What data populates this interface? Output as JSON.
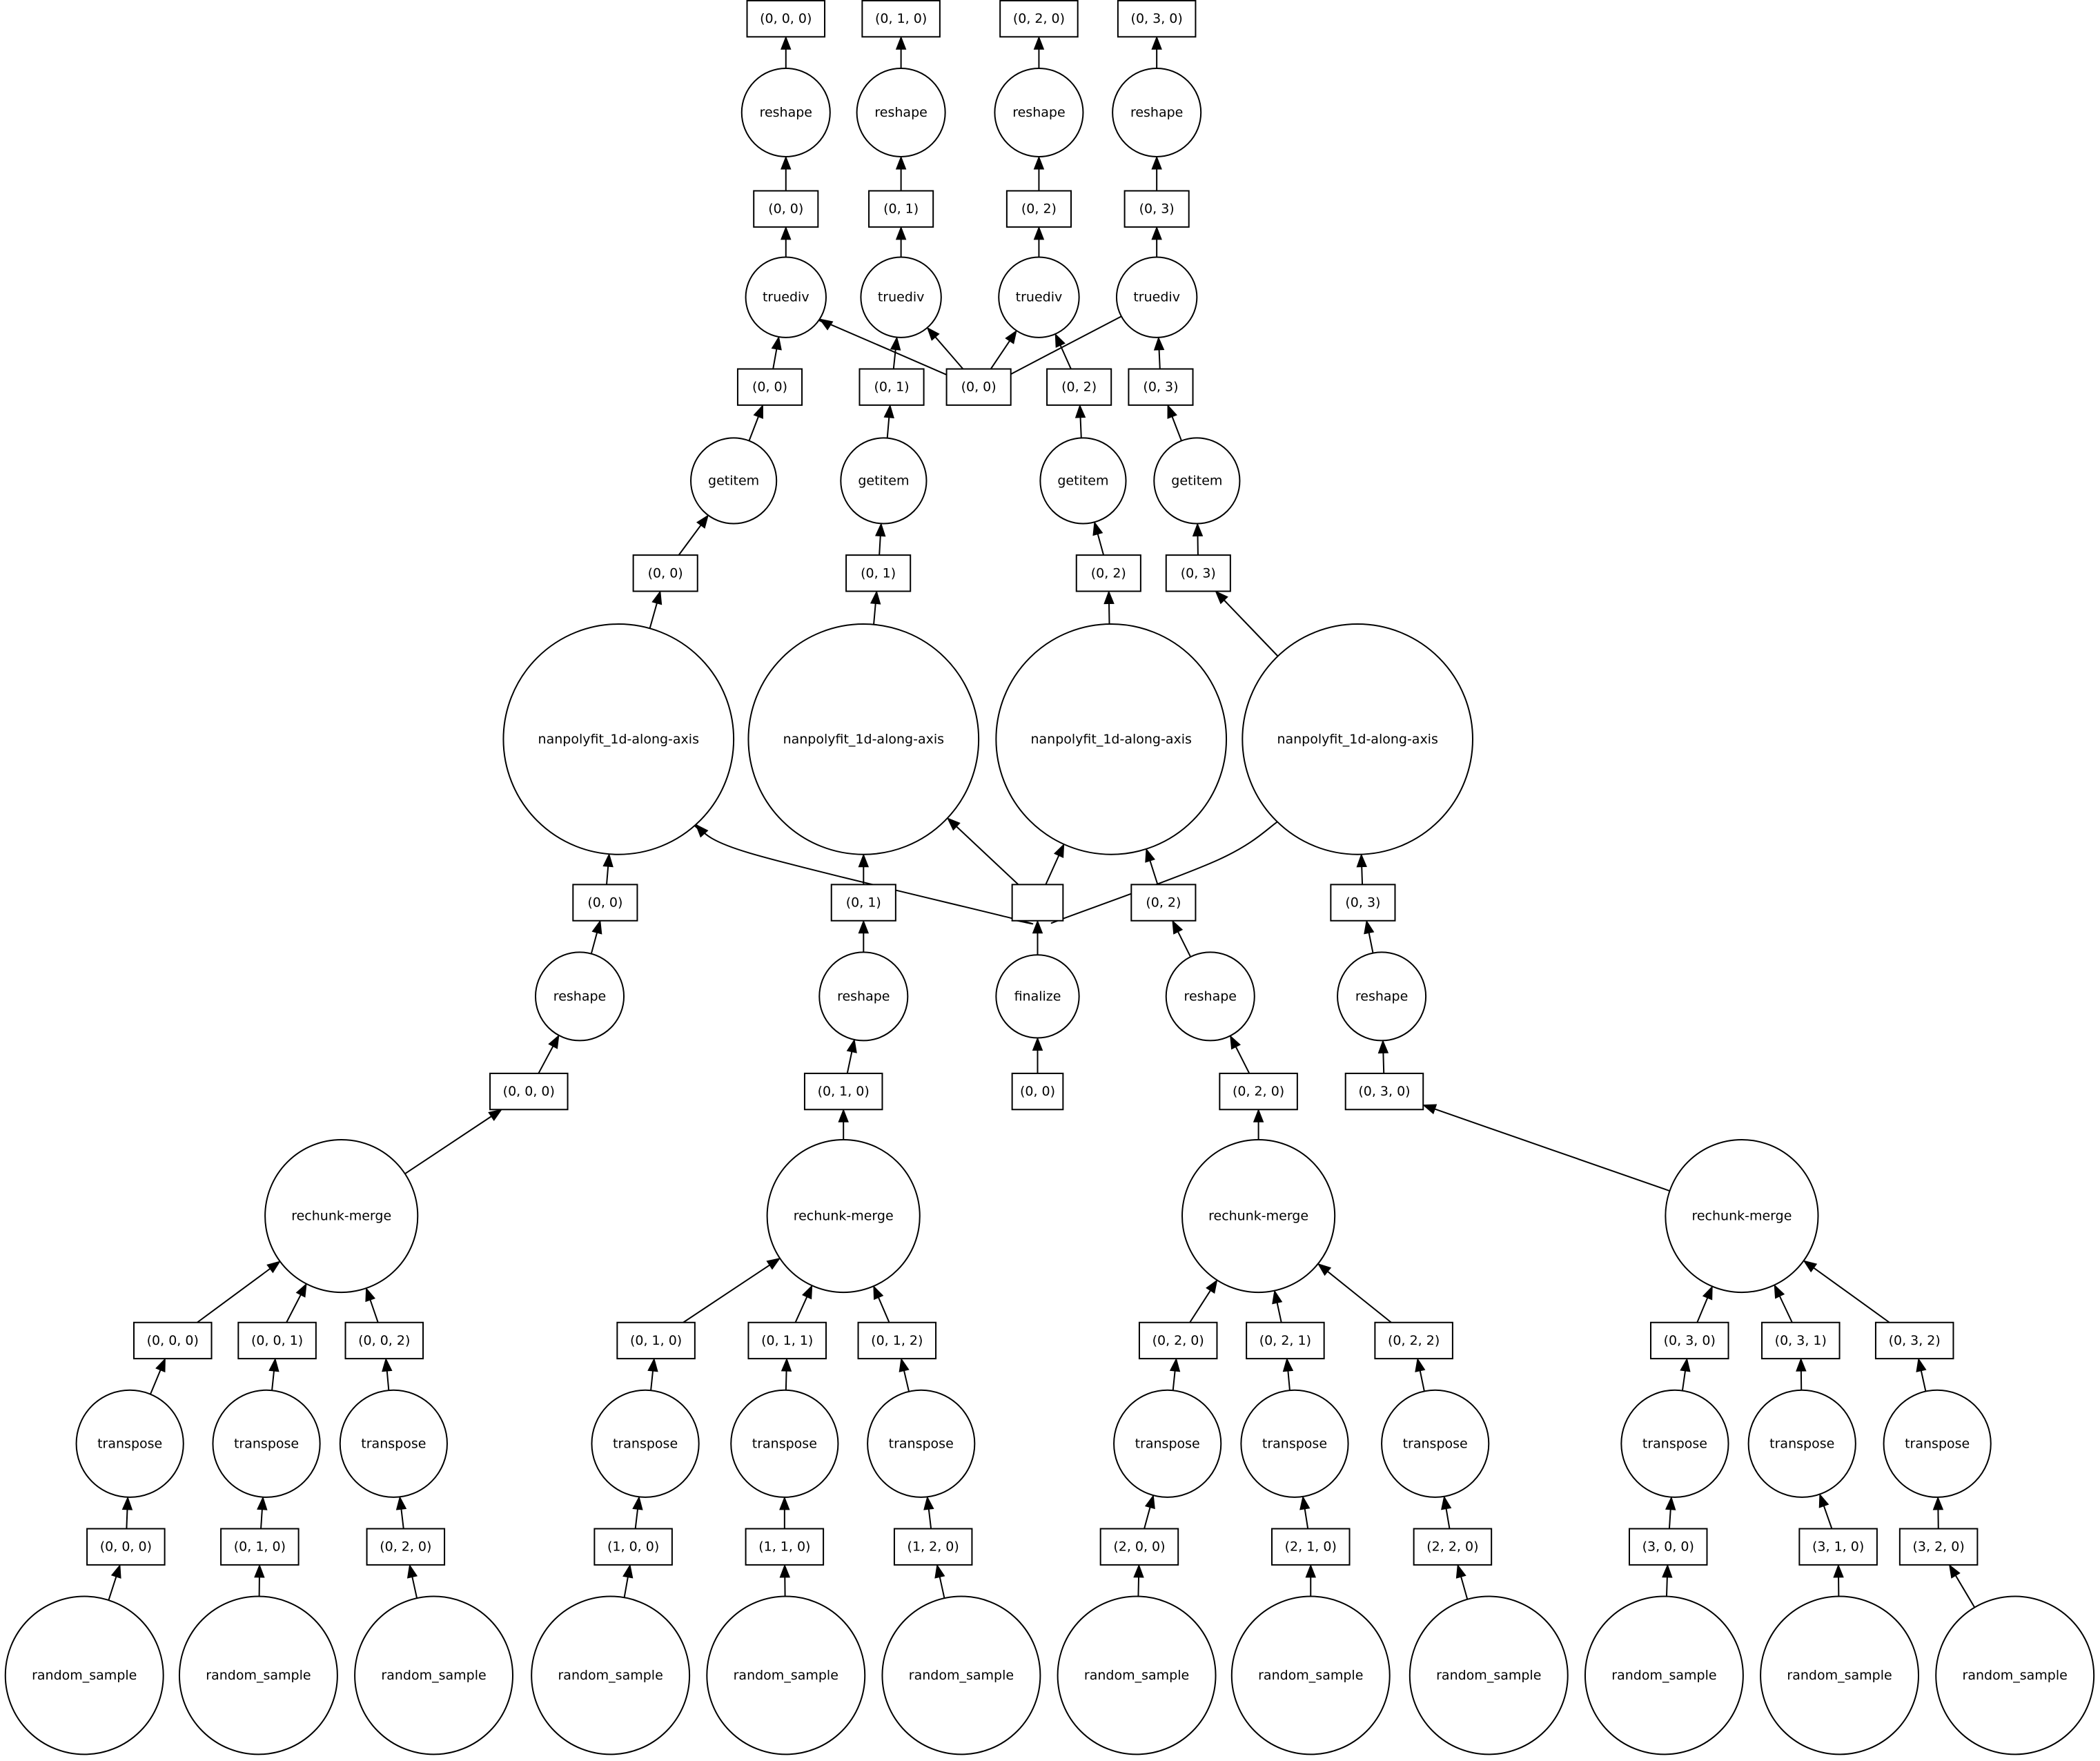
{
  "graph": {
    "nodes": [
      {
        "id": "r_000",
        "shape": "box",
        "label": "(0, 0, 0)"
      },
      {
        "id": "r_010",
        "shape": "box",
        "label": "(0, 1, 0)"
      },
      {
        "id": "r_020",
        "shape": "box",
        "label": "(0, 2, 0)"
      },
      {
        "id": "r_030",
        "shape": "box",
        "label": "(0, 3, 0)"
      },
      {
        "id": "rs_top_0",
        "shape": "circle",
        "label": "reshape"
      },
      {
        "id": "rs_top_1",
        "shape": "circle",
        "label": "reshape"
      },
      {
        "id": "rs_top_2",
        "shape": "circle",
        "label": "reshape"
      },
      {
        "id": "rs_top_3",
        "shape": "circle",
        "label": "reshape"
      },
      {
        "id": "td_out_0",
        "shape": "box",
        "label": "(0, 0)"
      },
      {
        "id": "td_out_1",
        "shape": "box",
        "label": "(0, 1)"
      },
      {
        "id": "td_out_2",
        "shape": "box",
        "label": "(0, 2)"
      },
      {
        "id": "td_out_3",
        "shape": "box",
        "label": "(0, 3)"
      },
      {
        "id": "td_0",
        "shape": "circle",
        "label": "truediv"
      },
      {
        "id": "td_1",
        "shape": "circle",
        "label": "truediv"
      },
      {
        "id": "td_2",
        "shape": "circle",
        "label": "truediv"
      },
      {
        "id": "td_3",
        "shape": "circle",
        "label": "truediv"
      },
      {
        "id": "gi_out_0",
        "shape": "box",
        "label": "(0, 0)"
      },
      {
        "id": "gi_out_1",
        "shape": "box",
        "label": "(0, 1)"
      },
      {
        "id": "denom",
        "shape": "box",
        "label": "(0, 0)"
      },
      {
        "id": "gi_out_2",
        "shape": "box",
        "label": "(0, 2)"
      },
      {
        "id": "gi_out_3",
        "shape": "box",
        "label": "(0, 3)"
      },
      {
        "id": "gi_0",
        "shape": "circle",
        "label": "getitem"
      },
      {
        "id": "gi_1",
        "shape": "circle",
        "label": "getitem"
      },
      {
        "id": "gi_2",
        "shape": "circle",
        "label": "getitem"
      },
      {
        "id": "gi_3",
        "shape": "circle",
        "label": "getitem"
      },
      {
        "id": "np_out_0",
        "shape": "box",
        "label": "(0, 0)"
      },
      {
        "id": "np_out_1",
        "shape": "box",
        "label": "(0, 1)"
      },
      {
        "id": "np_out_2",
        "shape": "box",
        "label": "(0, 2)"
      },
      {
        "id": "np_out_3",
        "shape": "box",
        "label": "(0, 3)"
      },
      {
        "id": "np_0",
        "shape": "circle",
        "label": "nanpolyfit_1d-along-axis"
      },
      {
        "id": "np_1",
        "shape": "circle",
        "label": "nanpolyfit_1d-along-axis"
      },
      {
        "id": "np_2",
        "shape": "circle",
        "label": "nanpolyfit_1d-along-axis"
      },
      {
        "id": "np_3",
        "shape": "circle",
        "label": "nanpolyfit_1d-along-axis"
      },
      {
        "id": "rsm_out_0",
        "shape": "box",
        "label": "(0, 0)"
      },
      {
        "id": "rsm_out_1",
        "shape": "box",
        "label": "(0, 1)"
      },
      {
        "id": "fin_out",
        "shape": "box",
        "label": ""
      },
      {
        "id": "rsm_out_2",
        "shape": "box",
        "label": "(0, 2)"
      },
      {
        "id": "rsm_out_3",
        "shape": "box",
        "label": "(0, 3)"
      },
      {
        "id": "rsm_0",
        "shape": "circle",
        "label": "reshape"
      },
      {
        "id": "rsm_1",
        "shape": "circle",
        "label": "reshape"
      },
      {
        "id": "fin",
        "shape": "circle",
        "label": "finalize"
      },
      {
        "id": "rsm_2",
        "shape": "circle",
        "label": "reshape"
      },
      {
        "id": "rsm_3",
        "shape": "circle",
        "label": "reshape"
      },
      {
        "id": "rm_out_0",
        "shape": "box",
        "label": "(0, 0, 0)"
      },
      {
        "id": "rm_out_1",
        "shape": "box",
        "label": "(0, 1, 0)"
      },
      {
        "id": "fin_in",
        "shape": "box",
        "label": "(0, 0)"
      },
      {
        "id": "rm_out_2",
        "shape": "box",
        "label": "(0, 2, 0)"
      },
      {
        "id": "rm_out_3",
        "shape": "box",
        "label": "(0, 3, 0)"
      },
      {
        "id": "rm_0",
        "shape": "circle",
        "label": "rechunk-merge"
      },
      {
        "id": "rm_1",
        "shape": "circle",
        "label": "rechunk-merge"
      },
      {
        "id": "rm_2",
        "shape": "circle",
        "label": "rechunk-merge"
      },
      {
        "id": "rm_3",
        "shape": "circle",
        "label": "rechunk-merge"
      },
      {
        "id": "t_out_0_0",
        "shape": "box",
        "label": "(0, 0, 0)"
      },
      {
        "id": "t_out_0_1",
        "shape": "box",
        "label": "(0, 0, 1)"
      },
      {
        "id": "t_out_0_2",
        "shape": "box",
        "label": "(0, 0, 2)"
      },
      {
        "id": "t_out_1_0",
        "shape": "box",
        "label": "(0, 1, 0)"
      },
      {
        "id": "t_out_1_1",
        "shape": "box",
        "label": "(0, 1, 1)"
      },
      {
        "id": "t_out_1_2",
        "shape": "box",
        "label": "(0, 1, 2)"
      },
      {
        "id": "t_out_2_0",
        "shape": "box",
        "label": "(0, 2, 0)"
      },
      {
        "id": "t_out_2_1",
        "shape": "box",
        "label": "(0, 2, 1)"
      },
      {
        "id": "t_out_2_2",
        "shape": "box",
        "label": "(0, 2, 2)"
      },
      {
        "id": "t_out_3_0",
        "shape": "box",
        "label": "(0, 3, 0)"
      },
      {
        "id": "t_out_3_1",
        "shape": "box",
        "label": "(0, 3, 1)"
      },
      {
        "id": "t_out_3_2",
        "shape": "box",
        "label": "(0, 3, 2)"
      },
      {
        "id": "t_0_0",
        "shape": "circle",
        "label": "transpose"
      },
      {
        "id": "t_0_1",
        "shape": "circle",
        "label": "transpose"
      },
      {
        "id": "t_0_2",
        "shape": "circle",
        "label": "transpose"
      },
      {
        "id": "t_1_0",
        "shape": "circle",
        "label": "transpose"
      },
      {
        "id": "t_1_1",
        "shape": "circle",
        "label": "transpose"
      },
      {
        "id": "t_1_2",
        "shape": "circle",
        "label": "transpose"
      },
      {
        "id": "t_2_0",
        "shape": "circle",
        "label": "transpose"
      },
      {
        "id": "t_2_1",
        "shape": "circle",
        "label": "transpose"
      },
      {
        "id": "t_2_2",
        "shape": "circle",
        "label": "transpose"
      },
      {
        "id": "t_3_0",
        "shape": "circle",
        "label": "transpose"
      },
      {
        "id": "t_3_1",
        "shape": "circle",
        "label": "transpose"
      },
      {
        "id": "t_3_2",
        "shape": "circle",
        "label": "transpose"
      },
      {
        "id": "s_out_0_0",
        "shape": "box",
        "label": "(0, 0, 0)"
      },
      {
        "id": "s_out_0_1",
        "shape": "box",
        "label": "(0, 1, 0)"
      },
      {
        "id": "s_out_0_2",
        "shape": "box",
        "label": "(0, 2, 0)"
      },
      {
        "id": "s_out_1_0",
        "shape": "box",
        "label": "(1, 0, 0)"
      },
      {
        "id": "s_out_1_1",
        "shape": "box",
        "label": "(1, 1, 0)"
      },
      {
        "id": "s_out_1_2",
        "shape": "box",
        "label": "(1, 2, 0)"
      },
      {
        "id": "s_out_2_0",
        "shape": "box",
        "label": "(2, 0, 0)"
      },
      {
        "id": "s_out_2_1",
        "shape": "box",
        "label": "(2, 1, 0)"
      },
      {
        "id": "s_out_2_2",
        "shape": "box",
        "label": "(2, 2, 0)"
      },
      {
        "id": "s_out_3_0",
        "shape": "box",
        "label": "(3, 0, 0)"
      },
      {
        "id": "s_out_3_1",
        "shape": "box",
        "label": "(3, 1, 0)"
      },
      {
        "id": "s_out_3_2",
        "shape": "box",
        "label": "(3, 2, 0)"
      },
      {
        "id": "s_0_0",
        "shape": "circle",
        "label": "random_sample"
      },
      {
        "id": "s_0_1",
        "shape": "circle",
        "label": "random_sample"
      },
      {
        "id": "s_0_2",
        "shape": "circle",
        "label": "random_sample"
      },
      {
        "id": "s_1_0",
        "shape": "circle",
        "label": "random_sample"
      },
      {
        "id": "s_1_1",
        "shape": "circle",
        "label": "random_sample"
      },
      {
        "id": "s_1_2",
        "shape": "circle",
        "label": "random_sample"
      },
      {
        "id": "s_2_0",
        "shape": "circle",
        "label": "random_sample"
      },
      {
        "id": "s_2_1",
        "shape": "circle",
        "label": "random_sample"
      },
      {
        "id": "s_2_2",
        "shape": "circle",
        "label": "random_sample"
      },
      {
        "id": "s_3_0",
        "shape": "circle",
        "label": "random_sample"
      },
      {
        "id": "s_3_1",
        "shape": "circle",
        "label": "random_sample"
      },
      {
        "id": "s_3_2",
        "shape": "circle",
        "label": "random_sample"
      }
    ],
    "edges": [
      [
        "rs_top_0",
        "r_000"
      ],
      [
        "rs_top_1",
        "r_010"
      ],
      [
        "rs_top_2",
        "r_020"
      ],
      [
        "rs_top_3",
        "r_030"
      ],
      [
        "td_out_0",
        "rs_top_0"
      ],
      [
        "td_out_1",
        "rs_top_1"
      ],
      [
        "td_out_2",
        "rs_top_2"
      ],
      [
        "td_out_3",
        "rs_top_3"
      ],
      [
        "td_0",
        "td_out_0"
      ],
      [
        "td_1",
        "td_out_1"
      ],
      [
        "td_2",
        "td_out_2"
      ],
      [
        "td_3",
        "td_out_3"
      ],
      [
        "gi_out_0",
        "td_0"
      ],
      [
        "gi_out_1",
        "td_1"
      ],
      [
        "gi_out_2",
        "td_2"
      ],
      [
        "gi_out_3",
        "td_3"
      ],
      [
        "denom",
        "td_0"
      ],
      [
        "denom",
        "td_1"
      ],
      [
        "denom",
        "td_2"
      ],
      [
        "denom",
        "td_3"
      ],
      [
        "gi_0",
        "gi_out_0"
      ],
      [
        "gi_1",
        "gi_out_1"
      ],
      [
        "gi_2",
        "gi_out_2"
      ],
      [
        "gi_3",
        "gi_out_3"
      ],
      [
        "np_out_0",
        "gi_0"
      ],
      [
        "np_out_1",
        "gi_1"
      ],
      [
        "np_out_2",
        "gi_2"
      ],
      [
        "np_out_3",
        "gi_3"
      ],
      [
        "np_0",
        "np_out_0"
      ],
      [
        "np_1",
        "np_out_1"
      ],
      [
        "np_2",
        "np_out_2"
      ],
      [
        "np_3",
        "np_out_3"
      ],
      [
        "rsm_out_0",
        "np_0"
      ],
      [
        "rsm_out_1",
        "np_1"
      ],
      [
        "rsm_out_2",
        "np_2"
      ],
      [
        "rsm_out_3",
        "np_3"
      ],
      [
        "fin_out",
        "np_0"
      ],
      [
        "fin_out",
        "np_1"
      ],
      [
        "fin_out",
        "np_2"
      ],
      [
        "fin_out",
        "np_3"
      ],
      [
        "rsm_0",
        "rsm_out_0"
      ],
      [
        "rsm_1",
        "rsm_out_1"
      ],
      [
        "fin",
        "fin_out"
      ],
      [
        "rsm_2",
        "rsm_out_2"
      ],
      [
        "rsm_3",
        "rsm_out_3"
      ],
      [
        "rm_out_0",
        "rsm_0"
      ],
      [
        "rm_out_1",
        "rsm_1"
      ],
      [
        "fin_in",
        "fin"
      ],
      [
        "rm_out_2",
        "rsm_2"
      ],
      [
        "rm_out_3",
        "rsm_3"
      ],
      [
        "rm_0",
        "rm_out_0"
      ],
      [
        "rm_1",
        "rm_out_1"
      ],
      [
        "rm_2",
        "rm_out_2"
      ],
      [
        "rm_3",
        "rm_out_3"
      ],
      [
        "t_out_0_0",
        "rm_0"
      ],
      [
        "t_out_0_1",
        "rm_0"
      ],
      [
        "t_out_0_2",
        "rm_0"
      ],
      [
        "t_out_1_0",
        "rm_1"
      ],
      [
        "t_out_1_1",
        "rm_1"
      ],
      [
        "t_out_1_2",
        "rm_1"
      ],
      [
        "t_out_2_0",
        "rm_2"
      ],
      [
        "t_out_2_1",
        "rm_2"
      ],
      [
        "t_out_2_2",
        "rm_2"
      ],
      [
        "t_out_3_0",
        "rm_3"
      ],
      [
        "t_out_3_1",
        "rm_3"
      ],
      [
        "t_out_3_2",
        "rm_3"
      ],
      [
        "t_0_0",
        "t_out_0_0"
      ],
      [
        "t_0_1",
        "t_out_0_1"
      ],
      [
        "t_0_2",
        "t_out_0_2"
      ],
      [
        "t_1_0",
        "t_out_1_0"
      ],
      [
        "t_1_1",
        "t_out_1_1"
      ],
      [
        "t_1_2",
        "t_out_1_2"
      ],
      [
        "t_2_0",
        "t_out_2_0"
      ],
      [
        "t_2_1",
        "t_out_2_1"
      ],
      [
        "t_2_2",
        "t_out_2_2"
      ],
      [
        "t_3_0",
        "t_out_3_0"
      ],
      [
        "t_3_1",
        "t_out_3_1"
      ],
      [
        "t_3_2",
        "t_out_3_2"
      ],
      [
        "s_out_0_0",
        "t_0_0"
      ],
      [
        "s_out_0_1",
        "t_0_1"
      ],
      [
        "s_out_0_2",
        "t_0_2"
      ],
      [
        "s_out_1_0",
        "t_1_0"
      ],
      [
        "s_out_1_1",
        "t_1_1"
      ],
      [
        "s_out_1_2",
        "t_1_2"
      ],
      [
        "s_out_2_0",
        "t_2_0"
      ],
      [
        "s_out_2_1",
        "t_2_1"
      ],
      [
        "s_out_2_2",
        "t_2_2"
      ],
      [
        "s_out_3_0",
        "t_3_0"
      ],
      [
        "s_out_3_1",
        "t_3_1"
      ],
      [
        "s_out_3_2",
        "t_3_2"
      ],
      [
        "s_0_0",
        "s_out_0_0"
      ],
      [
        "s_0_1",
        "s_out_0_1"
      ],
      [
        "s_0_2",
        "s_out_0_2"
      ],
      [
        "s_1_0",
        "s_out_1_0"
      ],
      [
        "s_1_1",
        "s_out_1_1"
      ],
      [
        "s_1_2",
        "s_out_1_2"
      ],
      [
        "s_2_0",
        "s_out_2_0"
      ],
      [
        "s_2_1",
        "s_out_2_1"
      ],
      [
        "s_2_2",
        "s_out_2_2"
      ],
      [
        "s_3_0",
        "s_out_3_0"
      ],
      [
        "s_3_1",
        "s_out_3_1"
      ],
      [
        "s_3_2",
        "s_out_3_2"
      ]
    ]
  }
}
